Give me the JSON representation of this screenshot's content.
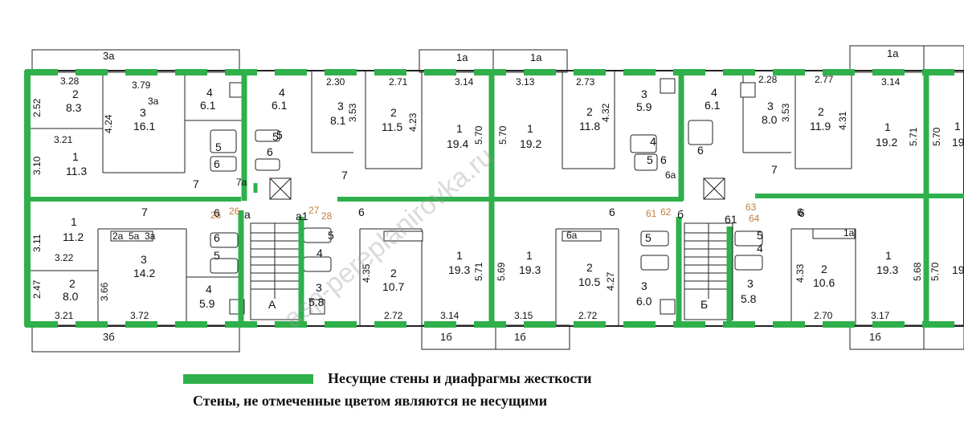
{
  "plan": {
    "top_labels": [
      "3а",
      "1а",
      "1а",
      "1а"
    ],
    "bottom_labels": [
      "3б",
      "1б",
      "1б",
      "1б"
    ],
    "entrances": [
      "А",
      "Б"
    ],
    "area_labels": [
      {
        "id": "a1",
        "text": "3.28"
      },
      {
        "id": "a2",
        "text": "2"
      },
      {
        "id": "a3",
        "text": "8.3"
      },
      {
        "id": "a4",
        "text": "3.79"
      },
      {
        "id": "a5",
        "text": "3"
      },
      {
        "id": "a6",
        "text": "16.1"
      },
      {
        "id": "a7",
        "text": "4"
      },
      {
        "id": "a8",
        "text": "6.1"
      },
      {
        "id": "a9",
        "text": "2.52"
      },
      {
        "id": "a10",
        "text": "4.24"
      },
      {
        "id": "a11",
        "text": "3.21"
      },
      {
        "id": "a12",
        "text": "3.10"
      },
      {
        "id": "a13",
        "text": "1"
      },
      {
        "id": "a14",
        "text": "11.3"
      },
      {
        "id": "a15",
        "text": "5"
      },
      {
        "id": "a16",
        "text": "6"
      },
      {
        "id": "a17",
        "text": "7"
      },
      {
        "id": "a18",
        "text": "7а"
      },
      {
        "id": "a19",
        "text": "4"
      },
      {
        "id": "a20",
        "text": "6.1"
      },
      {
        "id": "a21",
        "text": "2.30"
      },
      {
        "id": "a22",
        "text": "3"
      },
      {
        "id": "a23",
        "text": "8.1"
      },
      {
        "id": "a24",
        "text": "3.53"
      },
      {
        "id": "a25",
        "text": "2.71"
      },
      {
        "id": "a26",
        "text": "2"
      },
      {
        "id": "a27",
        "text": "11.5"
      },
      {
        "id": "a28",
        "text": "4.23"
      },
      {
        "id": "a29",
        "text": "3.14"
      },
      {
        "id": "a30",
        "text": "1"
      },
      {
        "id": "a31",
        "text": "19.4"
      },
      {
        "id": "a32",
        "text": "5.70"
      },
      {
        "id": "a33",
        "text": "5"
      },
      {
        "id": "a34",
        "text": "6"
      },
      {
        "id": "a35",
        "text": "7"
      },
      {
        "id": "a36",
        "text": "3.13"
      },
      {
        "id": "a37",
        "text": "5.70"
      },
      {
        "id": "a38",
        "text": "1"
      },
      {
        "id": "a39",
        "text": "19.2"
      },
      {
        "id": "a40",
        "text": "2.73"
      },
      {
        "id": "a41",
        "text": "2"
      },
      {
        "id": "a42",
        "text": "11.8"
      },
      {
        "id": "a43",
        "text": "4.32"
      },
      {
        "id": "a44",
        "text": "3"
      },
      {
        "id": "a45",
        "text": "5.9"
      },
      {
        "id": "a46",
        "text": "4"
      },
      {
        "id": "a47",
        "text": "5"
      },
      {
        "id": "a48",
        "text": "6"
      },
      {
        "id": "a49",
        "text": "4"
      },
      {
        "id": "a50",
        "text": "6.1"
      },
      {
        "id": "a51",
        "text": "6"
      },
      {
        "id": "a52",
        "text": "6а"
      },
      {
        "id": "a53",
        "text": "2.28"
      },
      {
        "id": "a54",
        "text": "3"
      },
      {
        "id": "a55",
        "text": "8.0"
      },
      {
        "id": "a56",
        "text": "3.53"
      },
      {
        "id": "a57",
        "text": "2.77"
      },
      {
        "id": "a58",
        "text": "2"
      },
      {
        "id": "a59",
        "text": "11.9"
      },
      {
        "id": "a60",
        "text": "4.31"
      },
      {
        "id": "a61",
        "text": "3.14"
      },
      {
        "id": "a62",
        "text": "1"
      },
      {
        "id": "a63",
        "text": "19.2"
      },
      {
        "id": "a64",
        "text": "5.71"
      },
      {
        "id": "a65",
        "text": "5.70"
      },
      {
        "id": "a66",
        "text": "1"
      },
      {
        "id": "a67",
        "text": "19"
      },
      {
        "id": "a68",
        "text": "6"
      },
      {
        "id": "a69",
        "text": "7"
      },
      {
        "id": "a70",
        "text": "1"
      },
      {
        "id": "a71",
        "text": "11.2"
      },
      {
        "id": "a72",
        "text": "3.11"
      },
      {
        "id": "a73",
        "text": "3.22"
      },
      {
        "id": "a74",
        "text": "7"
      },
      {
        "id": "a75",
        "text": "3а"
      },
      {
        "id": "a76",
        "text": "5а"
      },
      {
        "id": "a77",
        "text": "2а"
      },
      {
        "id": "a78",
        "text": "3"
      },
      {
        "id": "a79",
        "text": "14.2"
      },
      {
        "id": "a80",
        "text": "3.66"
      },
      {
        "id": "a81",
        "text": "2.47"
      },
      {
        "id": "a82",
        "text": "2"
      },
      {
        "id": "a83",
        "text": "8.0"
      },
      {
        "id": "a84",
        "text": "3.21"
      },
      {
        "id": "a85",
        "text": "3.72"
      },
      {
        "id": "a86",
        "text": "4"
      },
      {
        "id": "a87",
        "text": "5.9"
      },
      {
        "id": "a88",
        "text": "6"
      },
      {
        "id": "a89",
        "text": "5"
      },
      {
        "id": "a90",
        "text": "25"
      },
      {
        "id": "a91",
        "text": "26"
      },
      {
        "id": "a92",
        "text": "а"
      },
      {
        "id": "a93",
        "text": "а1"
      },
      {
        "id": "a94",
        "text": "27"
      },
      {
        "id": "a95",
        "text": "28"
      },
      {
        "id": "a96",
        "text": "5"
      },
      {
        "id": "a97",
        "text": "4"
      },
      {
        "id": "a98",
        "text": "3"
      },
      {
        "id": "a99",
        "text": "5.8"
      },
      {
        "id": "a100",
        "text": "6"
      },
      {
        "id": "a101",
        "text": "4.35"
      },
      {
        "id": "a102",
        "text": "2"
      },
      {
        "id": "a103",
        "text": "10.7"
      },
      {
        "id": "a104",
        "text": "2.72"
      },
      {
        "id": "a105",
        "text": "1"
      },
      {
        "id": "a106",
        "text": "19.3"
      },
      {
        "id": "a107",
        "text": "5.71"
      },
      {
        "id": "a108",
        "text": "3.14"
      },
      {
        "id": "a109",
        "text": "5.69"
      },
      {
        "id": "a110",
        "text": "1"
      },
      {
        "id": "a111",
        "text": "19.3"
      },
      {
        "id": "a112",
        "text": "3.15"
      },
      {
        "id": "a113",
        "text": "6"
      },
      {
        "id": "a114",
        "text": "2"
      },
      {
        "id": "a115",
        "text": "10.5"
      },
      {
        "id": "a116",
        "text": "4.27"
      },
      {
        "id": "a117",
        "text": "2.72"
      },
      {
        "id": "a118",
        "text": "3"
      },
      {
        "id": "a119",
        "text": "6.0"
      },
      {
        "id": "a120",
        "text": "5"
      },
      {
        "id": "a121",
        "text": "61"
      },
      {
        "id": "a122",
        "text": "62"
      },
      {
        "id": "a123",
        "text": "б"
      },
      {
        "id": "a124",
        "text": "61"
      },
      {
        "id": "a125",
        "text": "63"
      },
      {
        "id": "a126",
        "text": "64"
      },
      {
        "id": "a127",
        "text": "5"
      },
      {
        "id": "a128",
        "text": "4"
      },
      {
        "id": "a129",
        "text": "3"
      },
      {
        "id": "a130",
        "text": "5.8"
      },
      {
        "id": "a131",
        "text": "6"
      },
      {
        "id": "a132",
        "text": "4.33"
      },
      {
        "id": "a133",
        "text": "2"
      },
      {
        "id": "a134",
        "text": "10.6"
      },
      {
        "id": "a135",
        "text": "2.70"
      },
      {
        "id": "a136",
        "text": "1"
      },
      {
        "id": "a137",
        "text": "19.3"
      },
      {
        "id": "a138",
        "text": "5.68"
      },
      {
        "id": "a139",
        "text": "3.17"
      },
      {
        "id": "a140",
        "text": "5.70"
      },
      {
        "id": "a141",
        "text": "19"
      },
      {
        "id": "a142",
        "text": "6а"
      },
      {
        "id": "a143",
        "text": "1а"
      },
      {
        "id": "a144",
        "text": "5"
      },
      {
        "id": "a145",
        "text": "6"
      },
      {
        "id": "a146",
        "text": "3а"
      }
    ],
    "watermark": "asp-pereplanirovka.ru"
  },
  "legend": {
    "load_bearing": "Несущие стены и диафрагмы жесткости",
    "note": "Стены, не отмеченные цветом являются не несущими"
  },
  "colors": {
    "load_bearing_wall": "#2fb04b",
    "line": "#222222",
    "text": "#111111"
  }
}
